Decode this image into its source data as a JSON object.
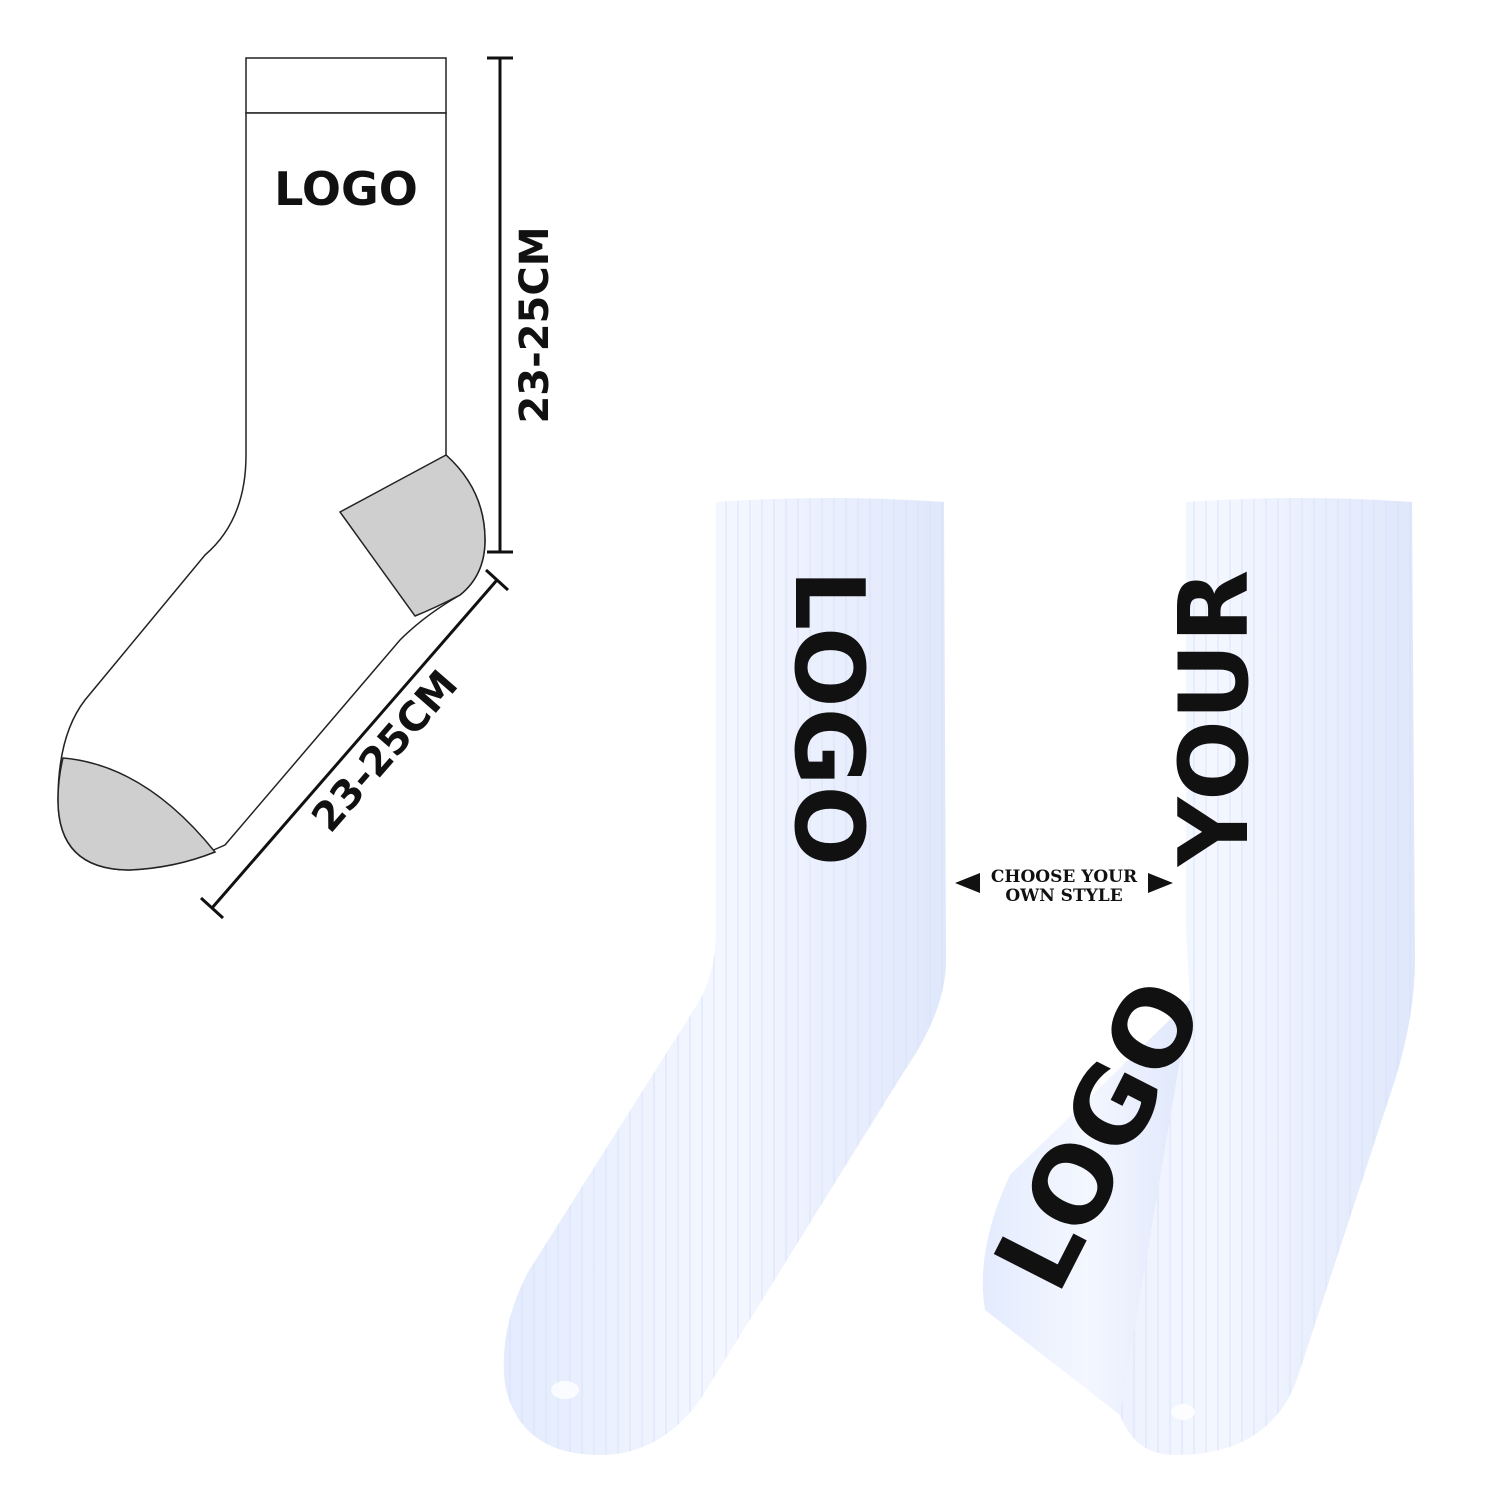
{
  "diagram": {
    "logo_label": "LOGO",
    "height_label": "23-25CM",
    "foot_label": "23-25CM"
  },
  "photo": {
    "left_sock_text": "LOGO",
    "right_sock_text_top": "YOUR",
    "right_sock_text_bottom": "LOGO",
    "choose_line1": "CHOOSE YOUR",
    "choose_line2": "OWN STYLE"
  },
  "colors": {
    "sock_white": "#eef3ff",
    "sock_shade": "#dfe8fb",
    "heel_gray": "#cfcfcf",
    "ink": "#111111"
  }
}
